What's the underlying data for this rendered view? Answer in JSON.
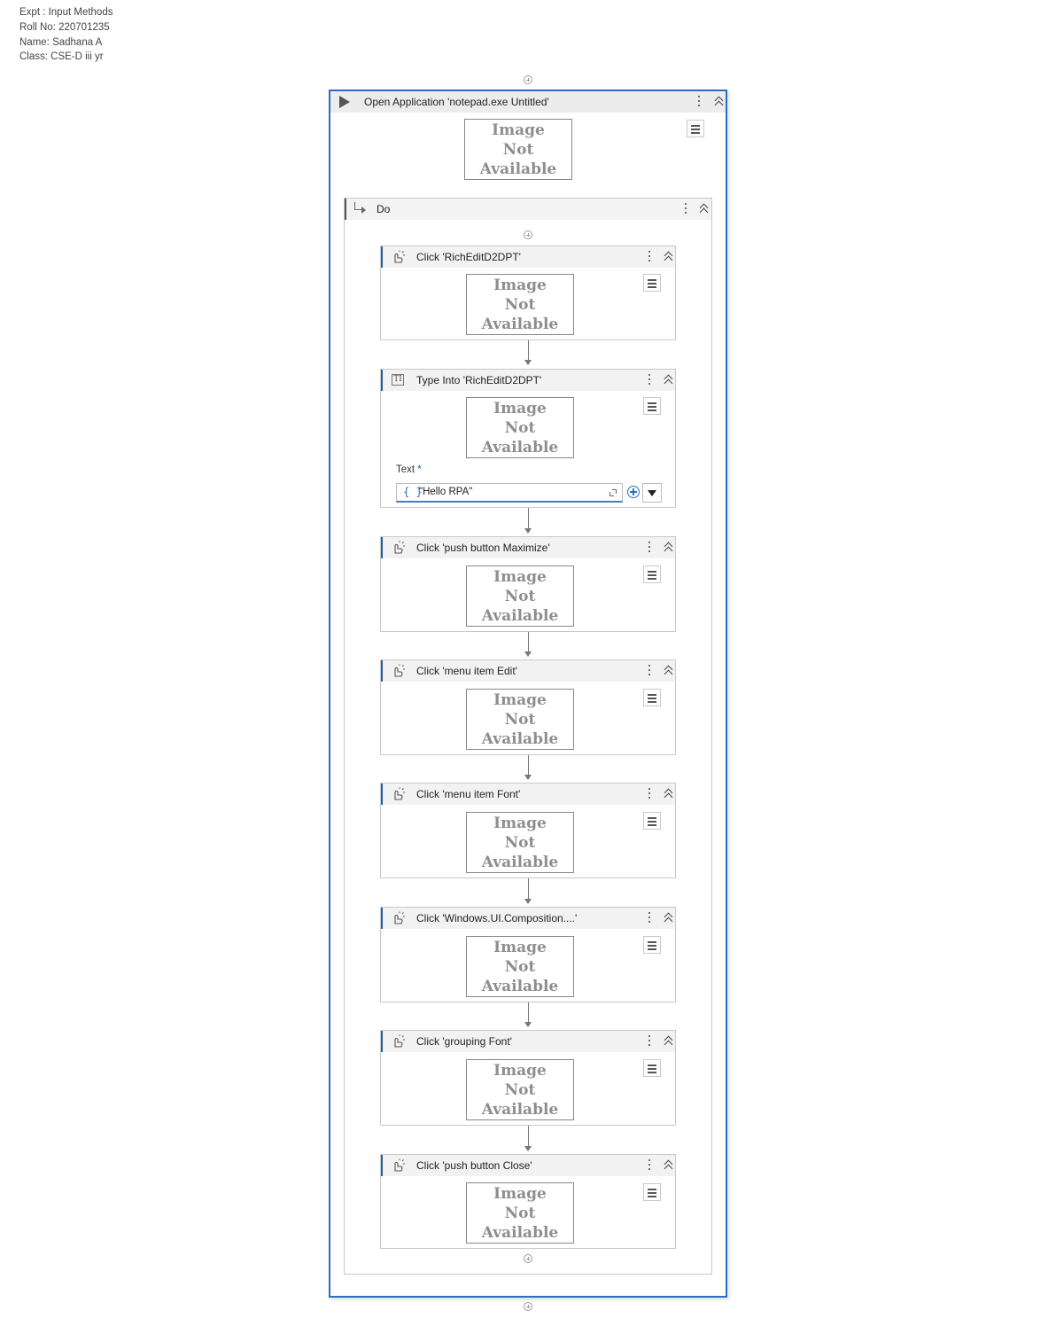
{
  "info": {
    "expt": "Expt : Input Methods",
    "roll": "Roll No: 220701235",
    "name": "Name: Sadhana A",
    "class": "Class: CSE-D iii yr"
  },
  "open_application": {
    "title": "Open Application 'notepad.exe Untitled'",
    "image_placeholder": [
      "Image",
      "Not",
      "Available"
    ]
  },
  "do_block": {
    "title": "Do"
  },
  "activities": [
    {
      "title": "Click 'RichEditD2DPT'"
    },
    {
      "title": "Type Into 'RichEditD2DPT'",
      "text_label": "Text",
      "required_mark": "*",
      "text_value": "\"Hello RPA\"",
      "expr_icon": "{ }"
    },
    {
      "title": "Click 'push button  Maximize'"
    },
    {
      "title": "Click 'menu item  Edit'"
    },
    {
      "title": "Click 'menu item  Font'"
    },
    {
      "title": "Click 'Windows.UI.Composition....'"
    },
    {
      "title": "Click 'grouping  Font'"
    },
    {
      "title": "Click 'push button  Close'"
    }
  ],
  "icons": {
    "play": "play-icon",
    "options": "kebab-menu-icon",
    "collapse": "double-chevron-up-icon",
    "properties": "hamburger-menu-icon",
    "click": "click-pointer-icon",
    "type_into": "type-into-icon",
    "add": "add-activity-icon"
  },
  "colors": {
    "accent": "#2a6fc0",
    "header_bg": "#ececec",
    "border": "#c9c9c9"
  }
}
